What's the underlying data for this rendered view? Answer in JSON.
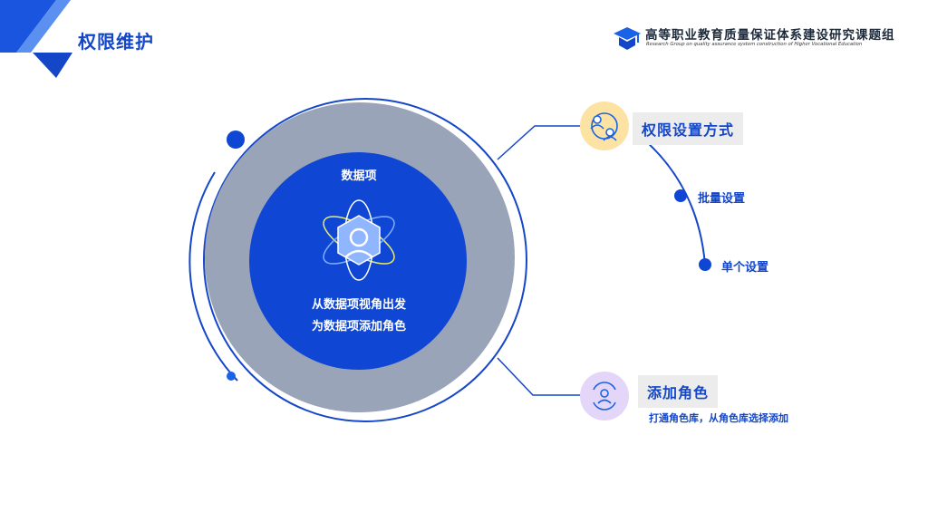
{
  "header": {
    "title": "权限维护",
    "org_name": "高等职业教育质量保证体系建设研究课题组",
    "org_subtitle": "Research Group on quality assurance system construction of Higher Vocational Education",
    "logo_icon": "graduation-cap-icon"
  },
  "center": {
    "title": "数据项",
    "icon": "atom-user-icon",
    "lines": [
      "从数据项视角出发",
      "为数据项添加角色"
    ]
  },
  "branches": [
    {
      "label": "权限设置方式",
      "icon": "team-settings-icon",
      "items": [
        "批量设置",
        "单个设置"
      ]
    },
    {
      "label": "添加角色",
      "icon": "user-cycle-icon",
      "description": "打通角色库，从角色库选择添加"
    }
  ],
  "colors": {
    "primary": "#0f47d4",
    "ring_gray": "#9aa4b8",
    "yellow_badge": "#fde3a3",
    "purple_badge": "#e4d6f8"
  }
}
